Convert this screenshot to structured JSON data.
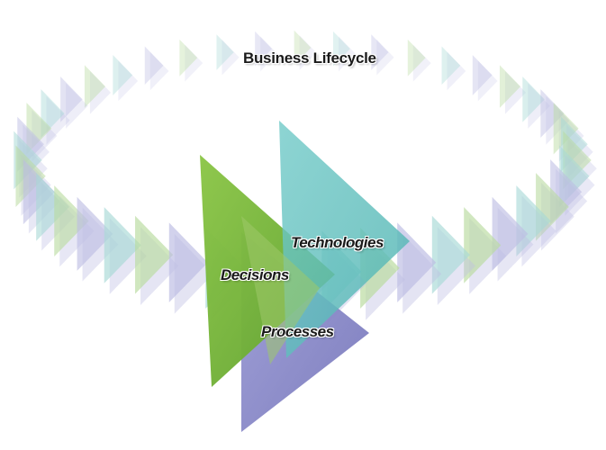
{
  "title": "Business Lifecycle",
  "terms": {
    "technologies": "Technologies",
    "decisions": "Decisions",
    "processes": "Processes"
  },
  "colors": {
    "green": "#7dbb3f",
    "teal": "#6cc2c2",
    "lavender": "#8f8fcb",
    "ring_green": "#b9dba0",
    "ring_teal": "#a8d9d6",
    "ring_lavender": "#bdbde3"
  }
}
